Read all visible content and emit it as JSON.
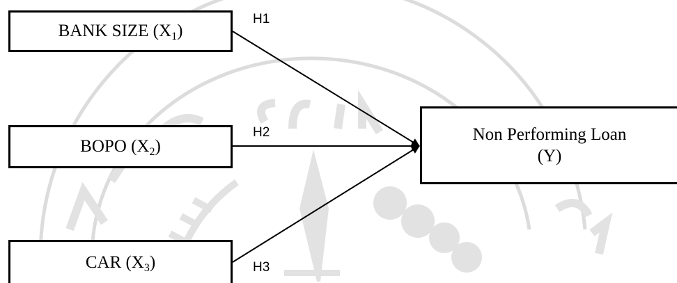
{
  "nodes": {
    "bank_size": {
      "label": "BANK SIZE (X",
      "sub": "1",
      "close": ")"
    },
    "bopo": {
      "label": "BOPO (X",
      "sub": "2",
      "close": ")"
    },
    "car": {
      "label": "CAR (X",
      "sub": "3",
      "close": ")"
    },
    "npl": {
      "line1": "Non Performing Loan",
      "line2": "(Y)"
    }
  },
  "hypotheses": {
    "h1": "H1",
    "h2": "H2",
    "h3": "H3"
  },
  "colors": {
    "stroke": "#000000",
    "watermark": "#dcdcdc"
  }
}
